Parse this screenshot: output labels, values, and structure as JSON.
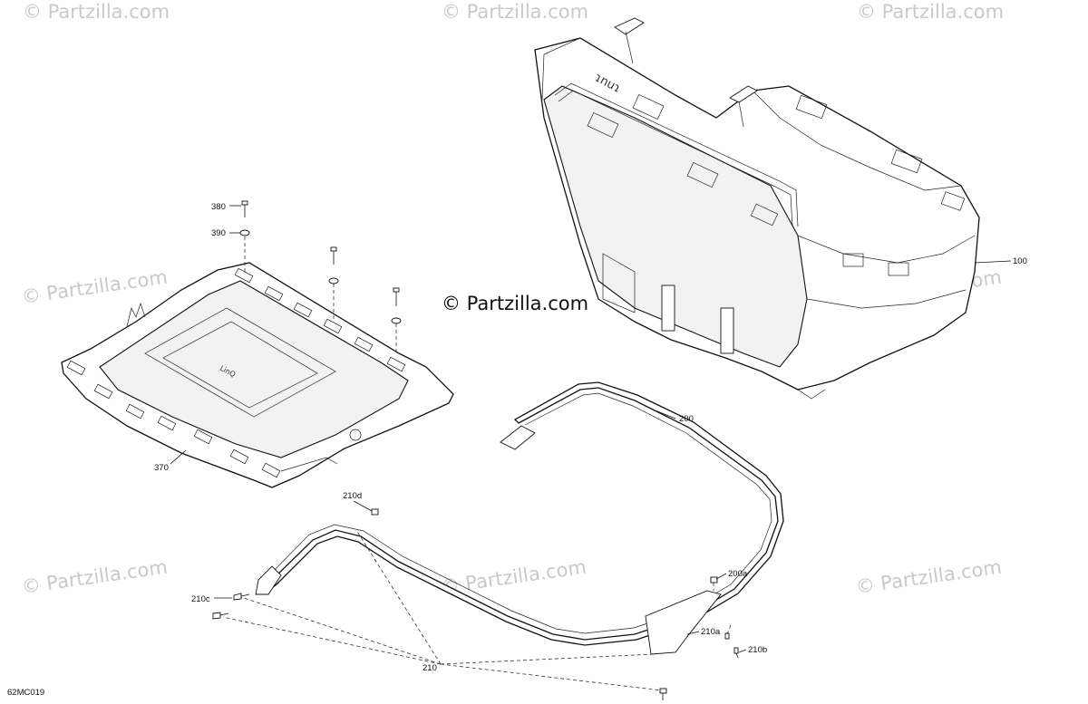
{
  "diagram": {
    "code": "62MC019",
    "watermark": "© Partzilla.com",
    "callouts": {
      "c100": "100",
      "c200": "200",
      "c200a": "200a",
      "c210": "210",
      "c210a": "210a",
      "c210b": "210b",
      "c210c": "210c",
      "c210d": "210d",
      "c370": "370",
      "c380": "380",
      "c390": "390"
    }
  }
}
